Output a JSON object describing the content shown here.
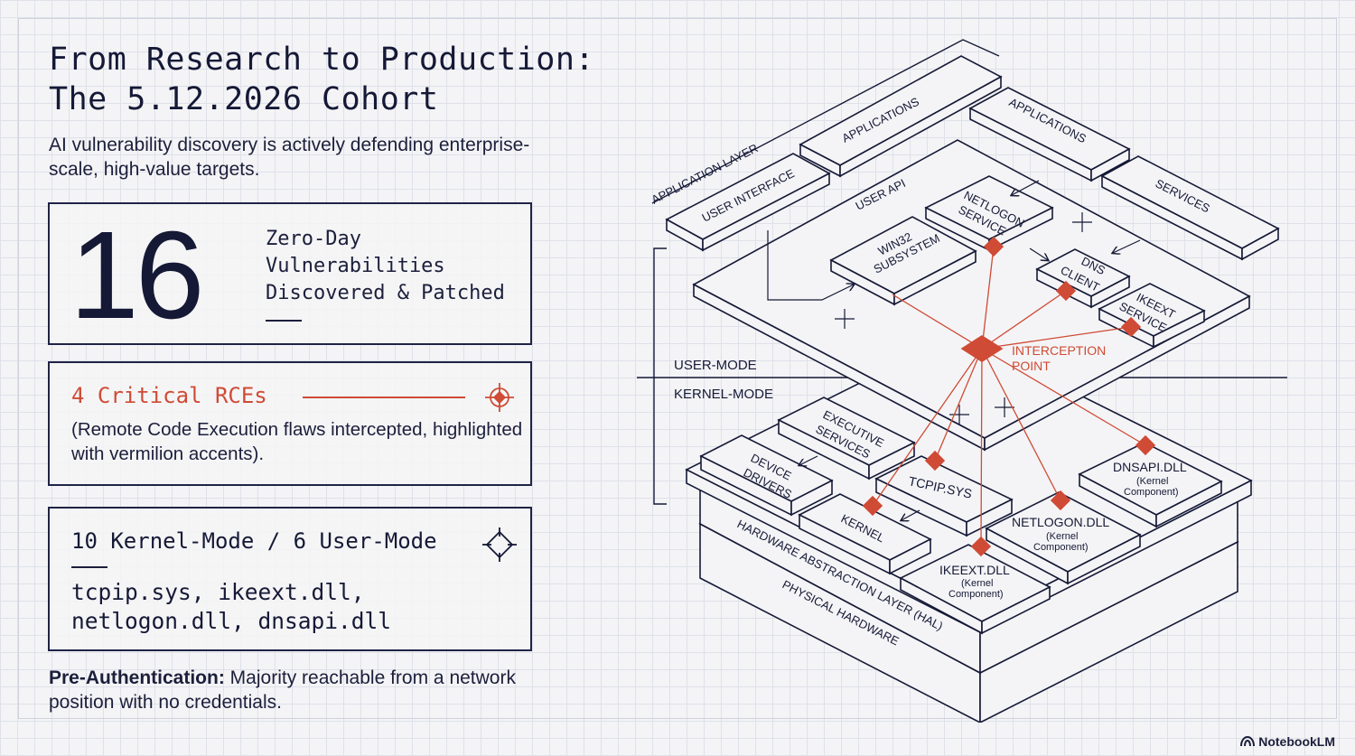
{
  "header": {
    "title": "From Research to Production:\nThe 5.12.2026 Cohort",
    "subtitle": "AI vulnerability discovery is actively defending enterprise-scale, high-value targets."
  },
  "stats": {
    "zero_day_count": "16",
    "zero_day_label": "Zero-Day\nVulnerabilities\nDiscovered & Patched",
    "critical_title": "4 Critical RCEs",
    "critical_desc": "(Remote Code Execution flaws intercepted, highlighted with vermilion accents).",
    "mode_split": "10 Kernel-Mode / 6 User-Mode",
    "files": "tcpip.sys, ikeext.dll,\nnetlogon.dll, dnsapi.dll"
  },
  "footer": {
    "preauth_bold": "Pre-Authentication:",
    "preauth_text": " Majority reachable from a network position with no credentials."
  },
  "diagram": {
    "application_layer": "APPLICATION LAYER",
    "applications_1": "APPLICATIONS",
    "applications_2": "APPLICATIONS",
    "user_interface": "USER INTERFACE",
    "services": "SERVICES",
    "user_api": "USER API",
    "netlogon_service_1": "NETLOGON",
    "netlogon_service_2": "SERVICE",
    "win32_1": "WIN32",
    "win32_2": "SUBSYSTEM",
    "dns_client_1": "DNS",
    "dns_client_2": "CLIENT",
    "ikeext_service_1": "IKEEXT",
    "ikeext_service_2": "SERVICE",
    "interception_1": "INTERCEPTION",
    "interception_2": "POINT",
    "user_mode": "USER-MODE",
    "kernel_mode": "KERNEL-MODE",
    "executive_1": "EXECUTIVE",
    "executive_2": "SERVICES",
    "device_1": "DEVICE",
    "device_2": "DRIVERS",
    "tcpip": "TCPIP.SYS",
    "kernel": "KERNEL",
    "dnsapi": "DNSAPI.DLL",
    "netlogon_dll": "NETLOGON.DLL",
    "ikeext_dll": "IKEEXT.DLL",
    "kernel_component_1": "(Kernel",
    "kernel_component_2": "Component)",
    "hal": "HARDWARE ABSTRACTION LAYER (HAL)",
    "physical": "PHYSICAL HARDWARE"
  },
  "brand": "NotebookLM",
  "colors": {
    "ink": "#151936",
    "vermilion": "#cf4b35",
    "paper": "#f4f4f6",
    "grid": "#dfe1ea"
  }
}
